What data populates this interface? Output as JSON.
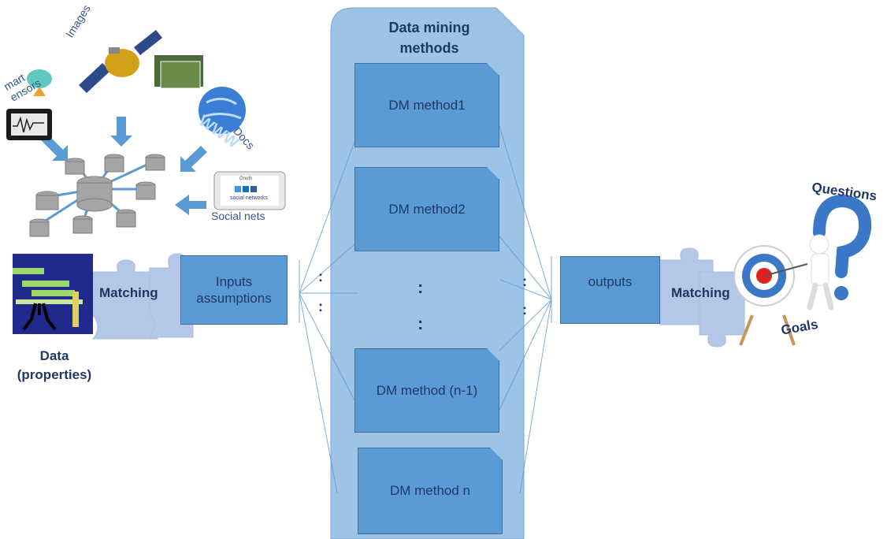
{
  "central_panel": {
    "title_line1": "Data mining",
    "title_line2": "methods",
    "methods": [
      "DM method1",
      "DM method2",
      "DM method (n-1)",
      "DM method n"
    ],
    "ellipsis_vertical": ":"
  },
  "inputs_box": {
    "line1": "Inputs",
    "line2": "assumptions"
  },
  "outputs_box": {
    "label": "outputs"
  },
  "left_matching": "Matching",
  "right_matching": "Matching",
  "data_label": {
    "line1": "Data",
    "line2": "(properties)"
  },
  "sources": {
    "smart_sensors_line1": "mart",
    "smart_sensors_line2": "ensors",
    "images": "Images",
    "docs": "Docs",
    "social_nets": "Social nets",
    "phone_header": "Onuth",
    "phone_caption": "social networks"
  },
  "questions": "Questions",
  "goals": "Goals",
  "colors": {
    "panel": "#9dc3e6",
    "box": "#5b9bd5",
    "text": "#1f3864",
    "puzzle": "#b4c7e7",
    "arrow": "#5b9bd5"
  }
}
